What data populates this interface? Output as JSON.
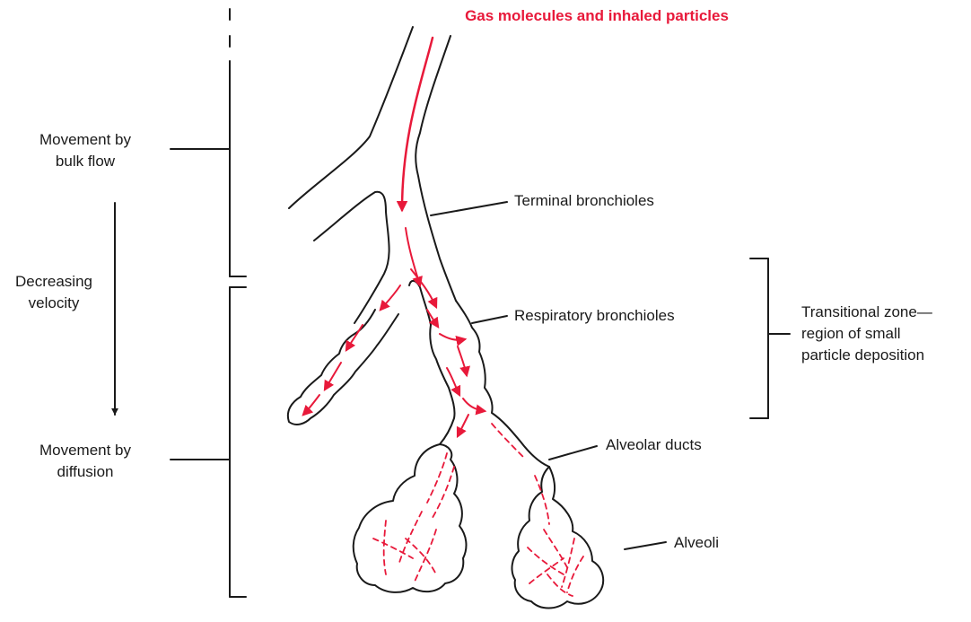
{
  "title": "Gas molecules and inhaled particles",
  "left_labels": {
    "bulk_flow": [
      "Movement by",
      "bulk flow"
    ],
    "velocity": [
      "Decreasing",
      "velocity"
    ],
    "diffusion": [
      "Movement by",
      "diffusion"
    ]
  },
  "right_labels": {
    "terminal": "Terminal bronchioles",
    "respiratory": "Respiratory bronchioles",
    "ducts": "Alveolar ducts",
    "alveoli": "Alveoli"
  },
  "transitional_zone": [
    "Transitional zone—",
    "region of small",
    "particle deposition"
  ],
  "colors": {
    "accent": "#e8193a",
    "line": "#1a1a1a"
  }
}
